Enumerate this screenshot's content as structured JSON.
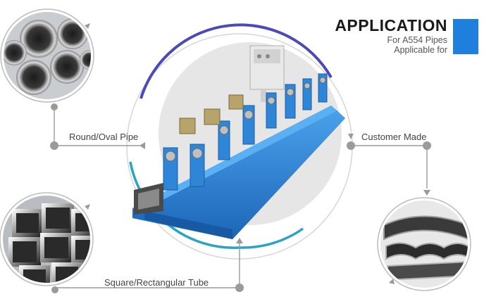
{
  "heading": {
    "title": "APPLICATION",
    "line1": "For A554 Pipes",
    "line2": "Applicable for"
  },
  "labels": {
    "round": "Round/Oval Pipe",
    "custom": "Customer Made",
    "square": "Square/Rectangular Tube"
  },
  "icons": [
    "round-pipe-bundle-photo",
    "square-tube-bundle-photo",
    "custom-profile-photo",
    "tube-mill-machine-illustration"
  ],
  "colors": {
    "accent": "#1e7fdc",
    "machine": "#2f86d6",
    "connector": "#9a9a9a"
  }
}
